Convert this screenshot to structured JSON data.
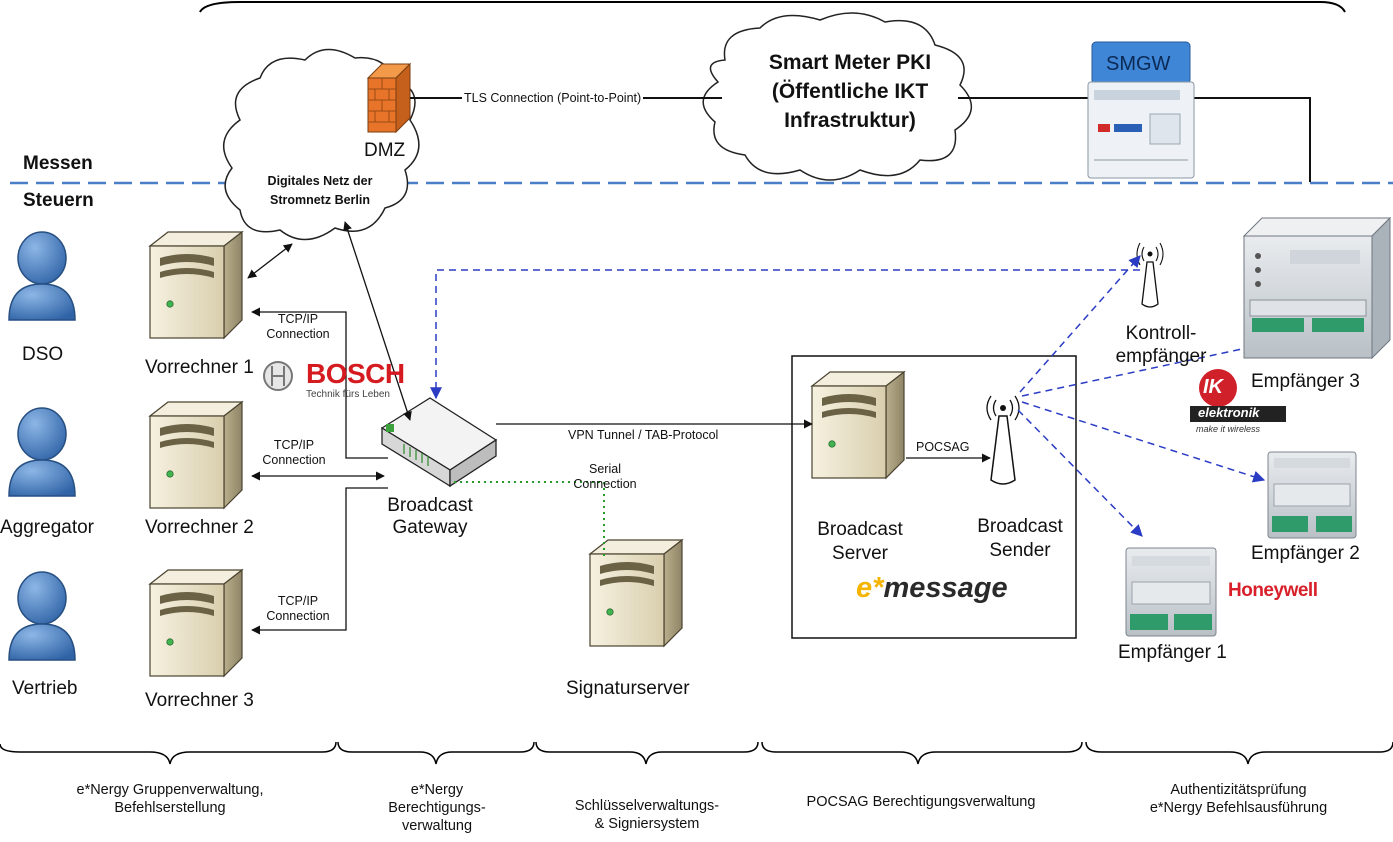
{
  "diagram": {
    "zones": {
      "upper": "Messen",
      "lower": "Steuern"
    },
    "pki_cloud": [
      "Smart Meter PKI",
      "(Öffentliche IKT",
      "Infrastruktur)"
    ],
    "smgw_label": "SMGW",
    "dmz_label": "DMZ",
    "network_cloud": [
      "Digitales Netz der",
      "Stromnetz Berlin"
    ],
    "tls_label": "TLS Connection (Point-to-Point)",
    "actors": [
      {
        "id": "dso",
        "label": "DSO"
      },
      {
        "id": "aggregator",
        "label": "Aggregator"
      },
      {
        "id": "vertrieb",
        "label": "Vertrieb"
      }
    ],
    "vorrechner": [
      "Vorrechner 1",
      "Vorrechner 2",
      "Vorrechner 3"
    ],
    "tcpip_label": [
      "TCP/IP",
      "Connection"
    ],
    "bosch": {
      "name": "BOSCH",
      "tagline": "Technik fürs Leben"
    },
    "gateway": [
      "Broadcast",
      "Gateway"
    ],
    "vpn_label": "VPN Tunnel / TAB-Protocol",
    "serial_label": [
      "Serial",
      "Connection"
    ],
    "signaturserver": "Signaturserver",
    "broadcast_server": [
      "Broadcast",
      "Server"
    ],
    "pocsag_label": "POCSAG",
    "broadcast_sender": [
      "Broadcast",
      "Sender"
    ],
    "emessage": {
      "prefix": "e",
      "star": "*",
      "name": "message"
    },
    "kontroll": [
      "Kontroll-",
      "empfänger"
    ],
    "receivers": [
      "Empfänger 3",
      "Empfänger 2",
      "Empfänger 1"
    ],
    "ik": {
      "brand": "IK",
      "name": "elektronik",
      "slogan": "make it wireless"
    },
    "honeywell": "Honeywell",
    "bands": [
      [
        "e*Nergy Gruppenverwaltung,",
        "Befehlserstellung"
      ],
      [
        "e*Nergy",
        "Berechtigungs-",
        "verwaltung"
      ],
      [
        "Schlüsselverwaltungs-",
        "& Signiersystem"
      ],
      [
        "POCSAG Berechtigungsverwaltung"
      ],
      [
        "Authentizitätsprüfung",
        "e*Nergy Befehlsausführung"
      ]
    ],
    "colors": {
      "dashed_separator": "#4a7fc8",
      "radio_link": "#2b3cc4",
      "serial_link": "#2a9b2a",
      "actor": "#4f86c6",
      "server": "#e9e1c8"
    }
  }
}
